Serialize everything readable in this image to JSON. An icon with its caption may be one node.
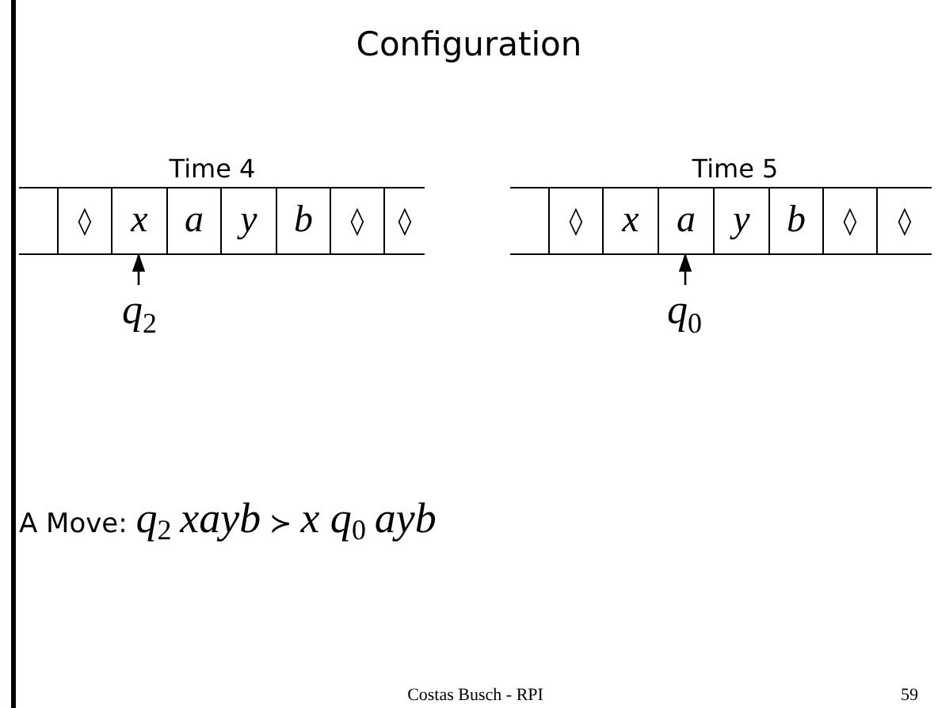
{
  "diagram": {
    "title": "Configuration",
    "nodes": [
      {
        "text": [],
        "shape": "box"
      },
      {
        "text": [
          "◊"
        ]
      },
      {
        "text": [
          "x"
        ]
      },
      {
        "text": [
          "a"
        ]
      },
      {
        "text": [
          "y"
        ]
      },
      {
        "text": [
          "b"
        ]
      },
      {
        "text": [
          "◊"
        ]
      },
      {
        "text": [
          "◊"
        ]
      },
      {
        "text": [],
        "shape": "box"
      },
      {
        "text": [
          "◊"
        ]
      },
      {
        "text": [
          "x"
        ]
      },
      {
        "text": [
          "a"
        ]
      },
      {
        "text": [
          "y"
        ]
      },
      {
        "text": [
          "b"
        ]
      },
      {
        "text": [
          "◊"
        ]
      },
      {
        "text": [
          "◊"
        ]
      },
      {
        "text": [
          "q$_{2}$"
        ]
      },
      {
        "text": [
          "q$_{0}$"
        ]
      }
    ],
    "edges": [
      {
        "from": 16,
        "to": 2,
        "arrow": "to"
      },
      {
        "from": 17,
        "to": 11,
        "arrow": "to"
      }
    ],
    "labels": [
      "Time 4",
      "Time 5",
      "A Move: *q*$_{2}$ *xayb* ≻ *x q*$_{0}$ *ayb*",
      "Costas Busch - RPI",
      "59"
    ]
  }
}
